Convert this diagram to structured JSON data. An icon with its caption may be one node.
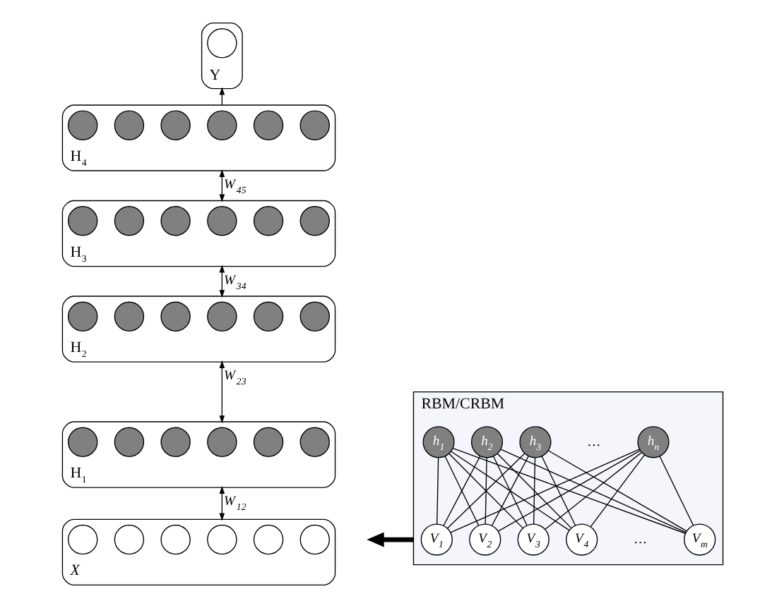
{
  "diagram": {
    "nodes": [
      {
        "text": [
          "Y"
        ]
      },
      {
        "text": [],
        "shape": "circle",
        "in": 0
      },
      {
        "text": [
          "H$_{4}$"
        ]
      },
      {
        "text": [],
        "shape": "circle",
        "in": 2
      },
      {
        "text": [],
        "shape": "circle",
        "in": 2
      },
      {
        "text": [],
        "shape": "circle",
        "in": 2
      },
      {
        "text": [],
        "shape": "circle",
        "in": 2
      },
      {
        "text": [],
        "shape": "circle",
        "in": 2
      },
      {
        "text": [],
        "shape": "circle",
        "in": 2
      },
      {
        "text": [
          "H$_{3}$"
        ]
      },
      {
        "text": [],
        "shape": "circle",
        "in": 9
      },
      {
        "text": [],
        "shape": "circle",
        "in": 9
      },
      {
        "text": [],
        "shape": "circle",
        "in": 9
      },
      {
        "text": [],
        "shape": "circle",
        "in": 9
      },
      {
        "text": [],
        "shape": "circle",
        "in": 9
      },
      {
        "text": [],
        "shape": "circle",
        "in": 9
      },
      {
        "text": [
          "H$_{2}$"
        ]
      },
      {
        "text": [],
        "shape": "circle",
        "in": 16
      },
      {
        "text": [],
        "shape": "circle",
        "in": 16
      },
      {
        "text": [],
        "shape": "circle",
        "in": 16
      },
      {
        "text": [],
        "shape": "circle",
        "in": 16
      },
      {
        "text": [],
        "shape": "circle",
        "in": 16
      },
      {
        "text": [],
        "shape": "circle",
        "in": 16
      },
      {
        "text": [
          "H$_{1}$"
        ]
      },
      {
        "text": [],
        "shape": "circle",
        "in": 23
      },
      {
        "text": [],
        "shape": "circle",
        "in": 23
      },
      {
        "text": [],
        "shape": "circle",
        "in": 23
      },
      {
        "text": [],
        "shape": "circle",
        "in": 23
      },
      {
        "text": [],
        "shape": "circle",
        "in": 23
      },
      {
        "text": [],
        "shape": "circle",
        "in": 23
      },
      {
        "text": [
          "X"
        ]
      },
      {
        "text": [],
        "shape": "circle",
        "in": 30
      },
      {
        "text": [],
        "shape": "circle",
        "in": 30
      },
      {
        "text": [],
        "shape": "circle",
        "in": 30
      },
      {
        "text": [],
        "shape": "circle",
        "in": 30
      },
      {
        "text": [],
        "shape": "circle",
        "in": 30
      },
      {
        "text": [],
        "shape": "circle",
        "in": 30
      },
      {
        "text": [
          "RBM/CRBM"
        ]
      },
      {
        "text": [
          "h$_{1}$"
        ],
        "in": 37
      },
      {
        "text": [
          "h$_{2}$"
        ],
        "in": 37
      },
      {
        "text": [
          "h$_{3}$"
        ],
        "in": 37
      },
      {
        "text": [
          "h$_{n}$"
        ],
        "in": 37
      },
      {
        "text": [
          "V$_{1}$"
        ],
        "in": 37
      },
      {
        "text": [
          "V$_{2}$"
        ],
        "in": 37
      },
      {
        "text": [
          "V$_{3}$"
        ],
        "in": 37
      },
      {
        "text": [
          "V$_{4}$"
        ],
        "in": 37
      },
      {
        "text": [
          "V$_{m}$"
        ],
        "in": 37
      }
    ],
    "edges": [
      {
        "from": 2,
        "to": 0,
        "arrow": "to"
      },
      {
        "from": 2,
        "to": 9,
        "arrow": "both",
        "label": "W$_{45}$"
      },
      {
        "from": 9,
        "to": 16,
        "arrow": "both",
        "label": "W$_{34}$"
      },
      {
        "from": 16,
        "to": 23,
        "arrow": "both",
        "label": "W$_{23}$"
      },
      {
        "from": 23,
        "to": 30,
        "arrow": "both",
        "label": "W$_{12}$"
      },
      {
        "from": 37,
        "to": null,
        "arrow": "to",
        "style": "thick"
      },
      {
        "from": 38,
        "to": 42,
        "arrow": "none"
      },
      {
        "from": 38,
        "to": 43,
        "arrow": "none"
      },
      {
        "from": 38,
        "to": 44,
        "arrow": "none"
      },
      {
        "from": 38,
        "to": 45,
        "arrow": "none"
      },
      {
        "from": 38,
        "to": 46,
        "arrow": "none"
      },
      {
        "from": 39,
        "to": 42,
        "arrow": "none"
      },
      {
        "from": 39,
        "to": 43,
        "arrow": "none"
      },
      {
        "from": 39,
        "to": 44,
        "arrow": "none"
      },
      {
        "from": 39,
        "to": 45,
        "arrow": "none"
      },
      {
        "from": 39,
        "to": 46,
        "arrow": "none"
      },
      {
        "from": 40,
        "to": 42,
        "arrow": "none"
      },
      {
        "from": 40,
        "to": 43,
        "arrow": "none"
      },
      {
        "from": 40,
        "to": 44,
        "arrow": "none"
      },
      {
        "from": 40,
        "to": 45,
        "arrow": "none"
      },
      {
        "from": 40,
        "to": 46,
        "arrow": "none"
      },
      {
        "from": 41,
        "to": 42,
        "arrow": "none"
      },
      {
        "from": 41,
        "to": 43,
        "arrow": "none"
      },
      {
        "from": 41,
        "to": 44,
        "arrow": "none"
      },
      {
        "from": 41,
        "to": 45,
        "arrow": "none"
      },
      {
        "from": 41,
        "to": 46,
        "arrow": "none"
      }
    ],
    "labels": [
      "…",
      "…"
    ]
  }
}
